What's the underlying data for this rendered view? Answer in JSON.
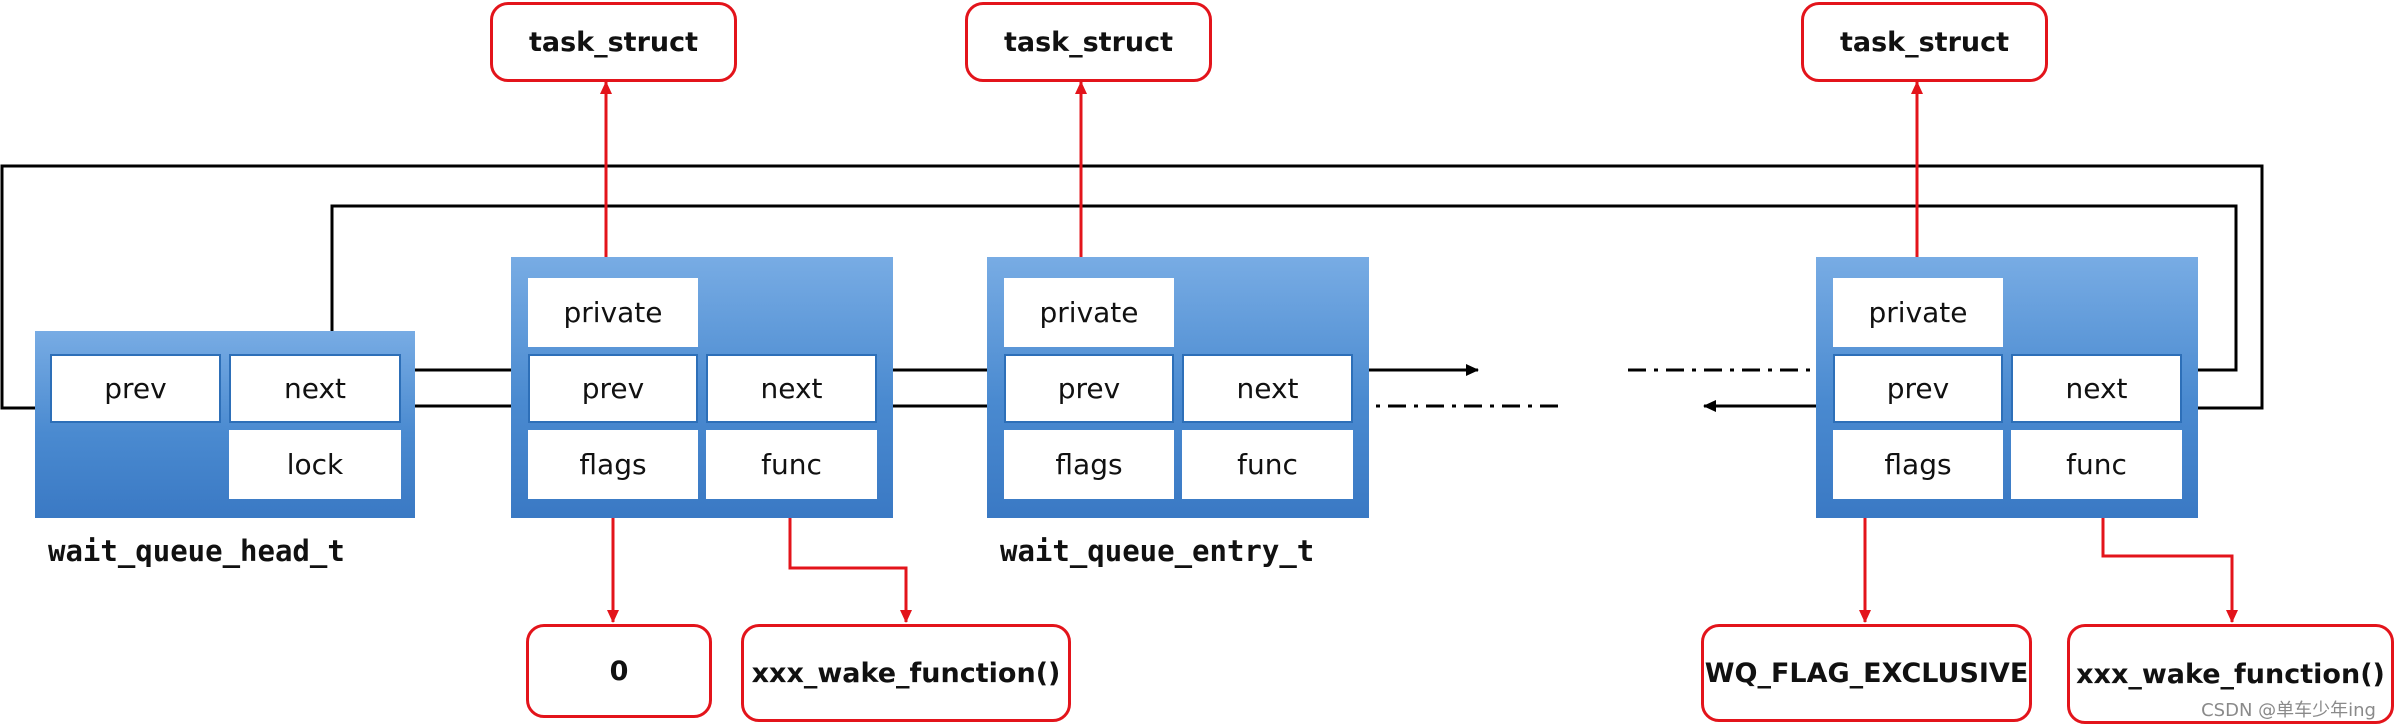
{
  "colors": {
    "panel": "#4a8ad0",
    "cell_border": "#2d6fb8",
    "red": "#e3141b",
    "link": "#000000"
  },
  "head": {
    "label": "wait_queue_head_t",
    "fields": {
      "prev": "prev",
      "next": "next",
      "lock": "lock"
    }
  },
  "entry_label": "wait_queue_entry_t",
  "entries": [
    {
      "fields": {
        "private": "private",
        "prev": "prev",
        "next": "next",
        "flags": "flags",
        "func": "func"
      },
      "task": "task_struct",
      "flags_value": "0",
      "func_value": "xxx_wake_function()"
    },
    {
      "fields": {
        "private": "private",
        "prev": "prev",
        "next": "next",
        "flags": "flags",
        "func": "func"
      },
      "task": "task_struct"
    },
    {
      "fields": {
        "private": "private",
        "prev": "prev",
        "next": "next",
        "flags": "flags",
        "func": "func"
      },
      "task": "task_struct",
      "flags_value": "WQ_FLAG_EXCLUSIVE",
      "func_value": "xxx_wake_function()"
    }
  ],
  "watermark": "CSDN @单车少年ing"
}
